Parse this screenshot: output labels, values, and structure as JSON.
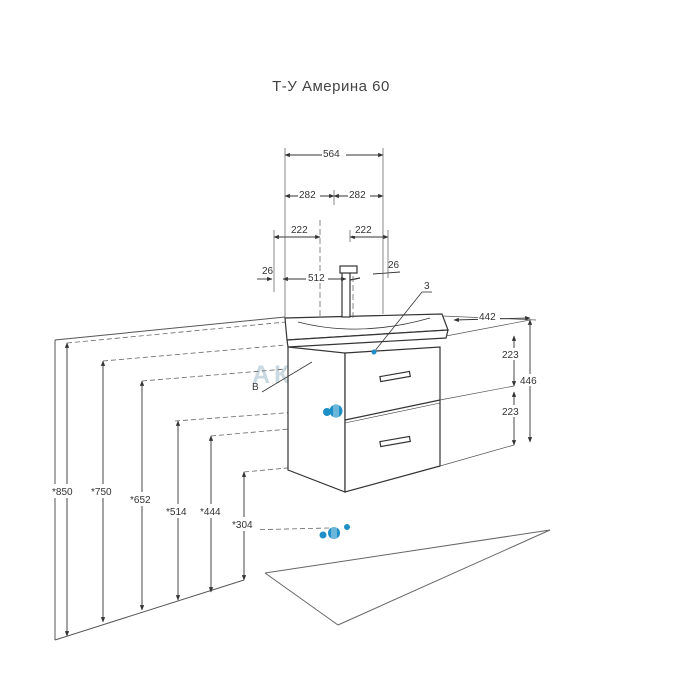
{
  "title": "Т-У Америна 60",
  "watermark": "АКВАЛИНК",
  "accent_color": "#1e8fc7",
  "dimensions": {
    "total_width": "564",
    "half_left": "282",
    "half_right": "282",
    "inner_left": "222",
    "inner_right": "222",
    "tap_center": "512",
    "offset_left": "26",
    "offset_right": "26",
    "depth": "442",
    "drawer_top": "223",
    "drawer_bottom": "223",
    "cabinet_height": "446",
    "h850": "*850",
    "h750": "*750",
    "h652": "*652",
    "h514": "*514",
    "h444": "*444",
    "h304": "*304"
  },
  "callouts": {
    "tap_connection": "3",
    "drain": "В"
  },
  "icons": [
    "pipe-connection-icon",
    "drain-connection-icon"
  ]
}
